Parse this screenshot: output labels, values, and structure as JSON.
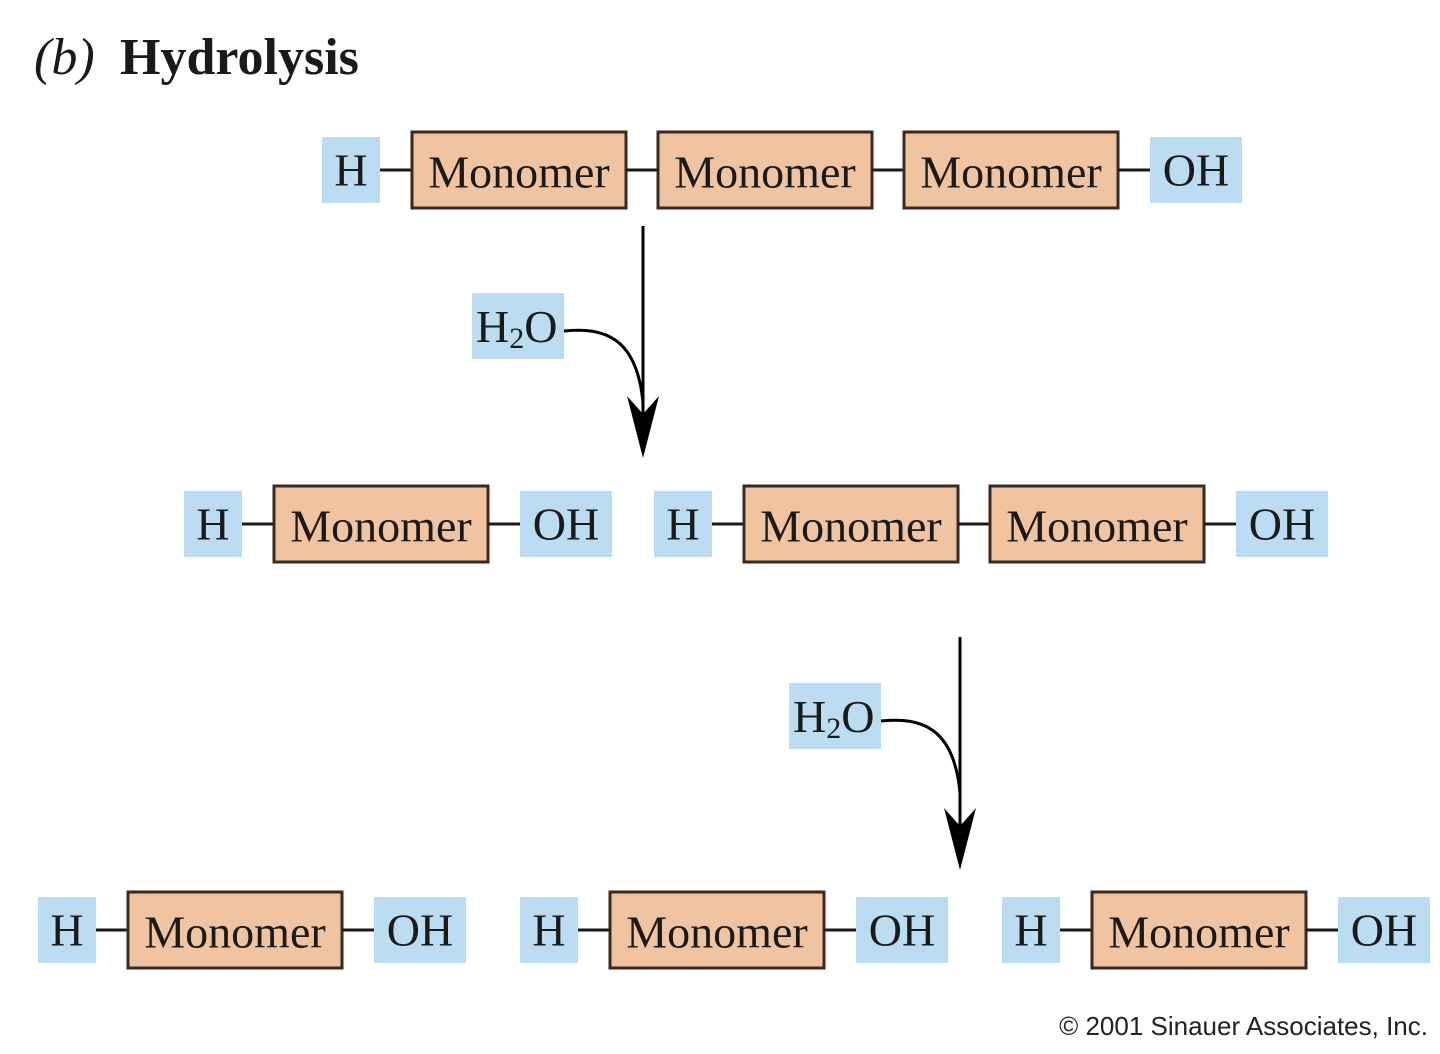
{
  "title": {
    "letter": "(b)",
    "text": "Hydrolysis"
  },
  "labels": {
    "h": "H",
    "oh": "OH",
    "monomer": "Monomer",
    "water_h": "H",
    "water_subscript": "2",
    "water_o": "O"
  },
  "colors": {
    "end_group_fill": "#bcdcf2",
    "monomer_fill": "#f1c4a1",
    "monomer_stroke": "#3a2a1f",
    "bond": "#1a1a1a",
    "arrow": "#000000"
  },
  "rows": [
    {
      "chains": [
        {
          "monomers": 3
        }
      ]
    },
    {
      "chains": [
        {
          "monomers": 1
        },
        {
          "monomers": 2
        }
      ]
    },
    {
      "chains": [
        {
          "monomers": 1
        },
        {
          "monomers": 1
        },
        {
          "monomers": 1
        }
      ]
    }
  ],
  "steps": [
    {
      "reactant": "H2O"
    },
    {
      "reactant": "H2O"
    }
  ],
  "copyright": "© 2001 Sinauer Associates, Inc."
}
